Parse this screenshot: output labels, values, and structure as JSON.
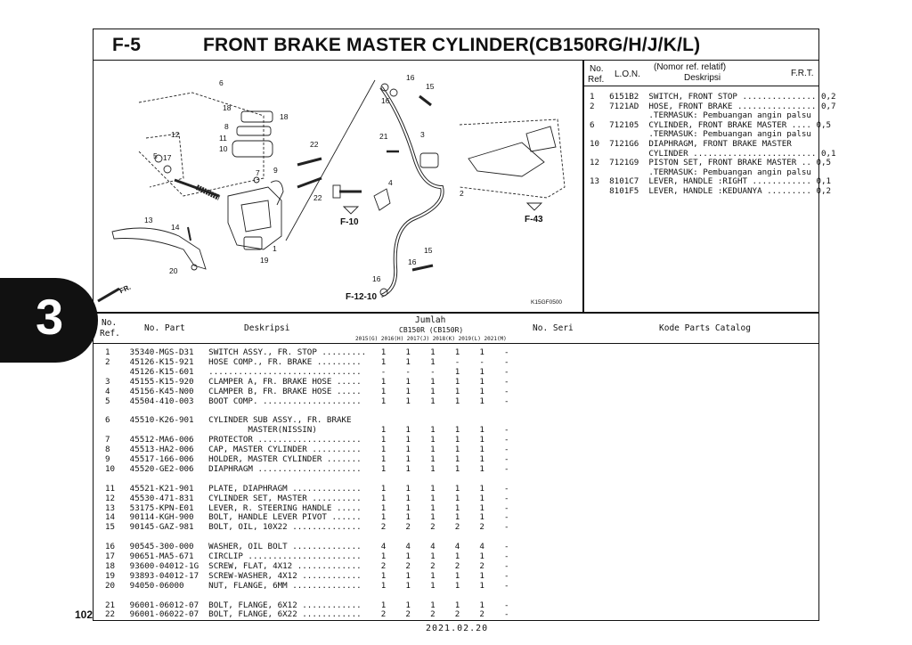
{
  "page": {
    "section_code": "F-5",
    "title": "FRONT BRAKE MASTER CYLINDER(CB150RG/H/J/K/L)",
    "tab_number": "3",
    "page_number": "102",
    "date": "2021.02.20"
  },
  "diagram": {
    "callouts": [
      "6",
      "18",
      "18",
      "8",
      "11",
      "10",
      "12",
      "5",
      "17",
      "7",
      "9",
      "22",
      "22",
      "13",
      "14",
      "20",
      "1",
      "19",
      "16",
      "16",
      "15",
      "21",
      "3",
      "4",
      "2",
      "15",
      "16",
      "16"
    ],
    "refs": {
      "f10": "F-10",
      "f43": "F-43",
      "f12": "F-12-10",
      "fr": "FR.",
      "code": "K15GF0500"
    }
  },
  "ref_table": {
    "header": {
      "no": "No.",
      "ref": "Ref.",
      "lon": "L.O.N.",
      "relatif": "(Nomor ref. relatif)",
      "desc": "Deskripsi",
      "frt": "F.R.T."
    },
    "rows": [
      "1   6151B2  SWITCH, FRONT STOP ............... 0,2",
      "2   7121AD  HOSE, FRONT BRAKE ................ 0,7",
      "            .TERMASUK: Pembuangan angin palsu",
      "6   712105  CYLINDER, FRONT BRAKE MASTER .... 0,5",
      "            .TERMASUK: Pembuangan angin palsu",
      "10  7121G6  DIAPHRAGM, FRONT BRAKE MASTER",
      "            CYLINDER ......................... 0,1",
      "12  7121G9  PISTON SET, FRONT BRAKE MASTER .. 0,5",
      "            .TERMASUK: Pembuangan angin palsu",
      "13  8101C7  LEVER, HANDLE :RIGHT ............ 0,1",
      "    8101F5  LEVER, HANDLE :KEDUANYA ......... 0,2"
    ]
  },
  "parts_table": {
    "headers": {
      "no": "No.",
      "ref": "Ref.",
      "part": "No. Part",
      "desc": "Deskripsi",
      "jumlah": "Jumlah",
      "model": "CB150R (CB150R)",
      "years": "2015(G) 2016(H) 2017(J) 2018(K) 2019(L) 2021(M)",
      "seri": "No. Seri",
      "catalog": "Kode Parts Catalog"
    },
    "rows": [
      "1    35340-MGS-D31   SWITCH ASSY., FR. STOP .........   1    1    1    1    1    -",
      "2    45126-K15-921   HOSE COMP., FR. BRAKE .........    1    1    1    -    -    -",
      "     45126-K15-601   ...............................    -    -    -    1    1    -",
      "3    45155-K15-920   CLAMPER A, FR. BRAKE HOSE .....    1    1    1    1    1    -",
      "4    45156-K45-N00   CLAMPER B, FR. BRAKE HOSE .....    1    1    1    1    1    -",
      "5    45504-410-003   BOOT COMP. ....................    1    1    1    1    1    -",
      "",
      "6    45510-K26-901   CYLINDER SUB ASSY., FR. BRAKE",
      "                             MASTER(NISSIN)             1    1    1    1    1    -",
      "7    45512-MA6-006   PROTECTOR .....................    1    1    1    1    1    -",
      "8    45513-HA2-006   CAP, MASTER CYLINDER ..........    1    1    1    1    1    -",
      "9    45517-166-006   HOLDER, MASTER CYLINDER .......    1    1    1    1    1    -",
      "10   45520-GE2-006   DIAPHRAGM .....................    1    1    1    1    1    -",
      "",
      "11   45521-K21-901   PLATE, DIAPHRAGM ..............    1    1    1    1    1    -",
      "12   45530-471-831   CYLINDER SET, MASTER ..........    1    1    1    1    1    -",
      "13   53175-KPN-E01   LEVER, R. STEERING HANDLE .....    1    1    1    1    1    -",
      "14   90114-KGH-900   BOLT, HANDLE LEVER PIVOT ......    1    1    1    1    1    -",
      "15   90145-GAZ-981   BOLT, OIL, 10X22 ..............    2    2    2    2    2    -",
      "",
      "16   90545-300-000   WASHER, OIL BOLT ..............    4    4    4    4    4    -",
      "17   90651-MA5-671   CIRCLIP .......................    1    1    1    1    1    -",
      "18   93600-04012-1G  SCREW, FLAT, 4X12 .............    2    2    2    2    2    -",
      "19   93893-04012-17  SCREW-WASHER, 4X12 ............    1    1    1    1    1    -",
      "20   94050-06000     NUT, FLANGE, 6MM ..............    1    1    1    1    1    -",
      "",
      "21   96001-06012-07  BOLT, FLANGE, 6X12 ............    1    1    1    1    1    -",
      "22   96001-06022-07  BOLT, FLANGE, 6X22 ............    2    2    2    2    2    -"
    ]
  }
}
